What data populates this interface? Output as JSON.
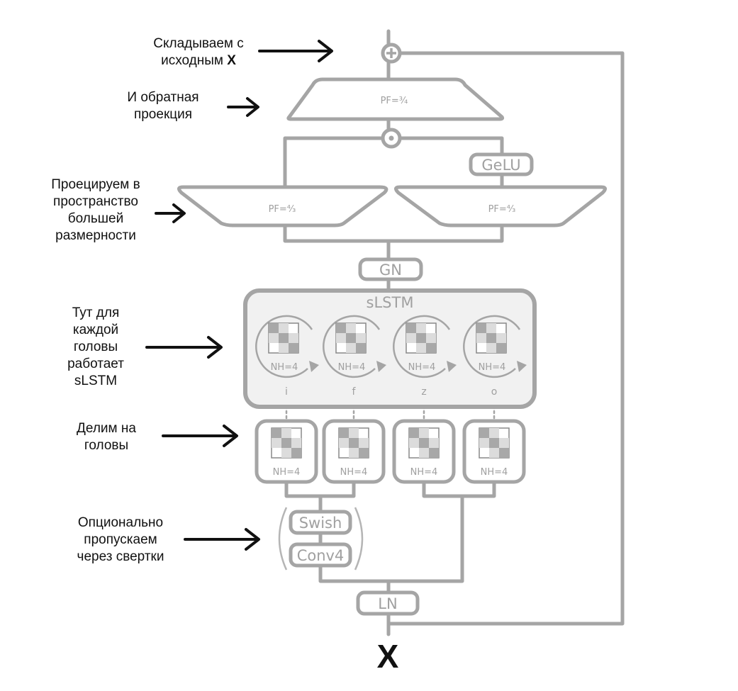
{
  "annotations": {
    "add_line1": "Складываем с",
    "add_line2": "исходным",
    "add_x": "X",
    "proj_back_line1": "И обратная",
    "proj_back_line2": "проекция",
    "proj_up_line1": "Проецируем в",
    "proj_up_line2": "пространство",
    "proj_up_line3": "большей",
    "proj_up_line4": "размерности",
    "heads_line1": "Тут для",
    "heads_line2": "каждой",
    "heads_line3": "головы",
    "heads_line4": "работает",
    "heads_line5": "sLSTM",
    "split_line1": "Делим на",
    "split_line2": "головы",
    "conv_line1": "Опционально",
    "conv_line2": "пропускаем",
    "conv_line3": "через свертки"
  },
  "diagram": {
    "pf_down": "PF=¾",
    "pf_up_left": "PF=⁴⁄₃",
    "pf_up_right": "PF=⁴⁄₃",
    "gelu": "GeLU",
    "gn": "GN",
    "slstm": "sLSTM",
    "nh": "NH=4",
    "gates": [
      "i",
      "f",
      "z",
      "o"
    ],
    "swish": "Swish",
    "conv4": "Conv4",
    "ln": "LN",
    "input_x": "X"
  },
  "colors": {
    "stroke": "#a5a5a5",
    "fill_light": "#f1f1f1",
    "text_gray": "#a0a0a0",
    "black": "#111111",
    "mat_dark": "#a8a8a8",
    "mat_light": "#dcdcdc"
  }
}
